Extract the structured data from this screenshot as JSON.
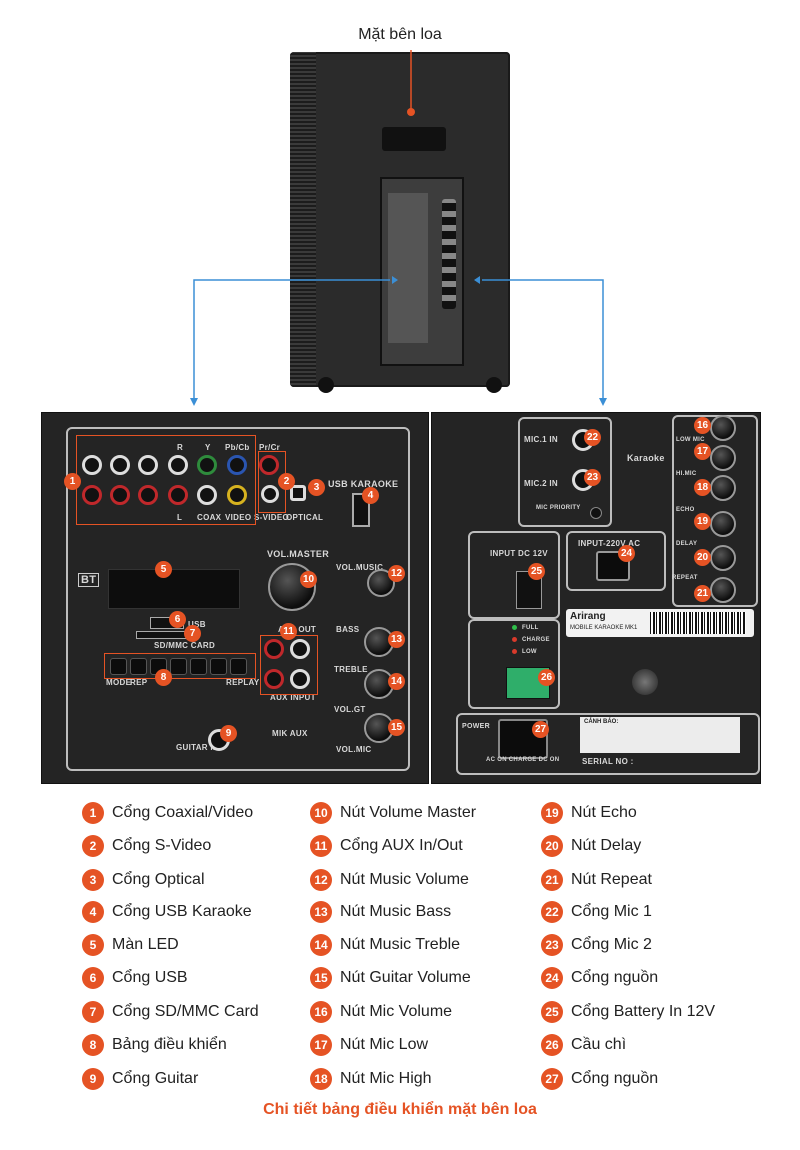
{
  "header": {
    "side_label": "Mặt bên loa"
  },
  "panel_left": {
    "silk": {
      "r": "R",
      "y": "Y",
      "pbcb": "Pb/Cb",
      "prcr": "Pr/Cr",
      "l": "L",
      "coax": "COAX",
      "video": "VIDEO",
      "svideo": "S-VIDEO",
      "optical": "OPTICAL",
      "usb_karaoke": "USB KARAOKE",
      "bt": "BT",
      "usb": "USB",
      "sdmmc": "SD/MMC CARD",
      "mode": "MODE",
      "rep": "REP",
      "replay": "REPLAY",
      "vol_master": "VOL.MASTER",
      "vol_music": "VOL.MUSIC",
      "aux_out": "AUX OUT",
      "aux_input": "AUX INPUT",
      "bass": "BASS",
      "treble": "TREBLE",
      "vol_gt": "VOL.GT",
      "vol_mic": "VOL.MIC",
      "mik_aux": "MIK  AUX",
      "guitar_in": "GUITAR IN"
    }
  },
  "panel_right": {
    "silk": {
      "mic1": "MIC.1 IN",
      "mic2": "MIC.2 IN",
      "mic_priority": "MIC PRIORITY",
      "karaoke": "Karaoke",
      "low_mic": "LOW MIC",
      "hi_mic": "HI.MIC",
      "echo": "ECHO",
      "delay": "DELAY",
      "repeat": "REPEAT",
      "input_dc": "INPUT DC 12V",
      "input_ac": "INPUT-220V AC",
      "full": "FULL",
      "charge": "CHARGE",
      "low": "LOW",
      "brand": "Arirang",
      "model": "MOBILE KARAOKE MK1",
      "power": "POWER",
      "ac_on": "AC ON  CHARGE  DC ON",
      "serial": "SERIAL NO :",
      "warning": "CẢNH BÁO:"
    }
  },
  "legend": [
    {
      "num": "1",
      "text": "Cổng Coaxial/Video"
    },
    {
      "num": "2",
      "text": "Cổng S-Video"
    },
    {
      "num": "3",
      "text": "Cổng Optical"
    },
    {
      "num": "4",
      "text": "Cổng USB Karaoke"
    },
    {
      "num": "5",
      "text": "Màn LED"
    },
    {
      "num": "6",
      "text": "Cổng USB"
    },
    {
      "num": "7",
      "text": "Cổng SD/MMC Card"
    },
    {
      "num": "8",
      "text": "Bảng điều khiển"
    },
    {
      "num": "9",
      "text": "Cổng Guitar"
    },
    {
      "num": "10",
      "text": "Nút Volume Master"
    },
    {
      "num": "11",
      "text": "Cổng AUX In/Out"
    },
    {
      "num": "12",
      "text": "Nút Music Volume"
    },
    {
      "num": "13",
      "text": "Nút Music Bass"
    },
    {
      "num": "14",
      "text": "Nút Music Treble"
    },
    {
      "num": "15",
      "text": "Nút Guitar Volume"
    },
    {
      "num": "16",
      "text": "Nút Mic Volume"
    },
    {
      "num": "17",
      "text": "Nút Mic Low"
    },
    {
      "num": "18",
      "text": "Nút Mic High"
    },
    {
      "num": "19",
      "text": "Nút Echo"
    },
    {
      "num": "20",
      "text": "Nút Delay"
    },
    {
      "num": "21",
      "text": "Nút Repeat"
    },
    {
      "num": "22",
      "text": "Cổng Mic 1"
    },
    {
      "num": "23",
      "text": "Cổng Mic 2"
    },
    {
      "num": "24",
      "text": "Cổng nguồn"
    },
    {
      "num": "25",
      "text": "Cổng Battery In 12V"
    },
    {
      "num": "26",
      "text": "Cầu chì"
    },
    {
      "num": "27",
      "text": "Cổng nguồn"
    }
  ],
  "caption": "Chi tiết bảng điều khiển mặt bên loa",
  "colors": {
    "accent": "#e55324",
    "line": "#3b8fd6"
  }
}
